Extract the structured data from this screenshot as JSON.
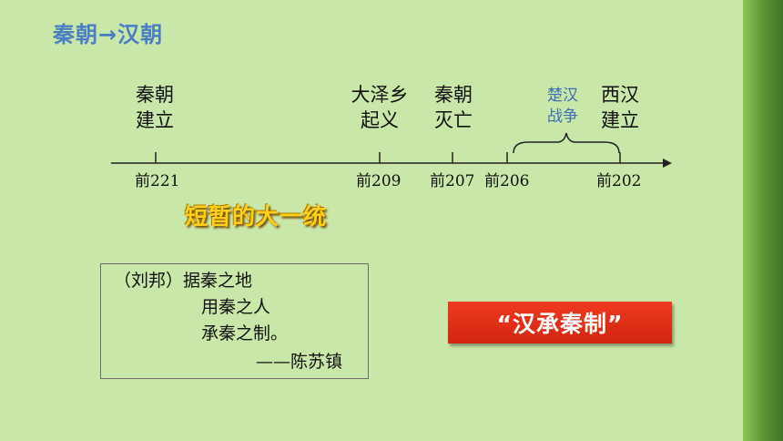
{
  "title": "秦朝→汉朝",
  "timeline": {
    "events": [
      {
        "lines": [
          "秦朝",
          "建立"
        ]
      },
      {
        "lines": [
          "大泽乡",
          "起义"
        ]
      },
      {
        "lines": [
          "秦朝",
          "灭亡"
        ]
      },
      {
        "lines": [
          "西汉",
          "建立"
        ]
      }
    ],
    "war": [
      "楚汉",
      "战争"
    ],
    "years": [
      "前221",
      "前209",
      "前207",
      "前206",
      "前202"
    ]
  },
  "highlight": "短暂的大一统",
  "quote": {
    "lines": [
      "（刘邦）据秦之地",
      "用秦之人",
      "承秦之制。",
      "——陈苏镇"
    ]
  },
  "banner": "“汉承秦制”",
  "colors": {
    "background": "#c9e7a8",
    "title": "#4a7fc3",
    "war": "#3d6fb3",
    "highlight": "#ffce1a",
    "banner": "#e0301a"
  }
}
